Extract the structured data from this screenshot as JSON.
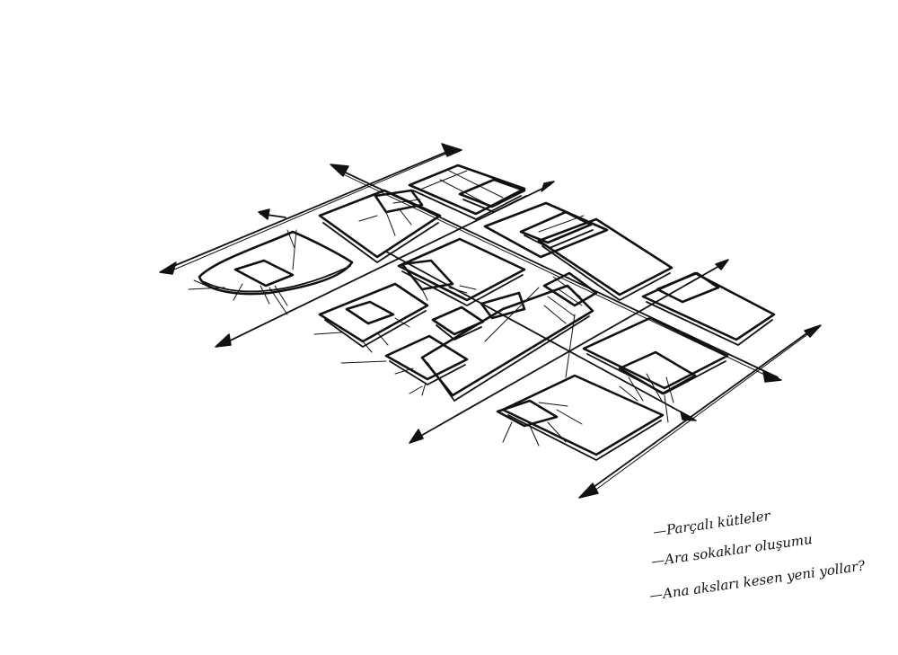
{
  "sketch": {
    "medium": "ink-on-paper",
    "ink_color": "#111111",
    "paper_color": "#ffffff"
  },
  "notes": [
    "—Parçalı kütleler",
    "—Ara sokaklar oluşumu",
    "—Ana aksları kesen yeni yollar?"
  ]
}
